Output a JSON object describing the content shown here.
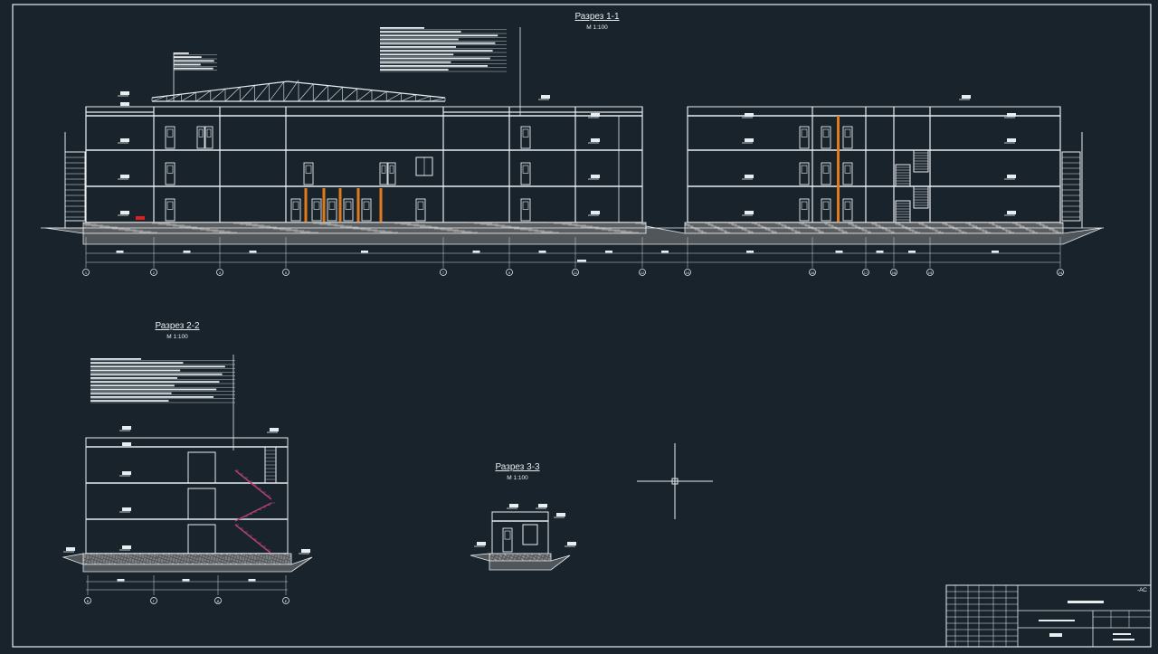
{
  "colors": {
    "background": "#18232c",
    "line": "#e8edf0",
    "dim_line": "#cfd6db",
    "column": "#e07a1a",
    "stair_magenta": "#b0407a",
    "marker_red": "#e02020",
    "ground": "#9a9a9a"
  },
  "section_1": {
    "title": "Разрез 1-1",
    "scale": "М 1:100",
    "axes": [
      "1",
      "2",
      "3",
      "5",
      "7",
      "9",
      "11",
      "12",
      "13",
      "16",
      "17",
      "18",
      "19",
      "24"
    ]
  },
  "section_2": {
    "title": "Разрез 2-2",
    "scale": "М 1:100",
    "axes": [
      "Б",
      "Г",
      "Д",
      "Е"
    ]
  },
  "section_3": {
    "title": "Разрез 3-3",
    "scale": "М 1:100"
  },
  "title_block": {
    "stamp": "-АС"
  }
}
